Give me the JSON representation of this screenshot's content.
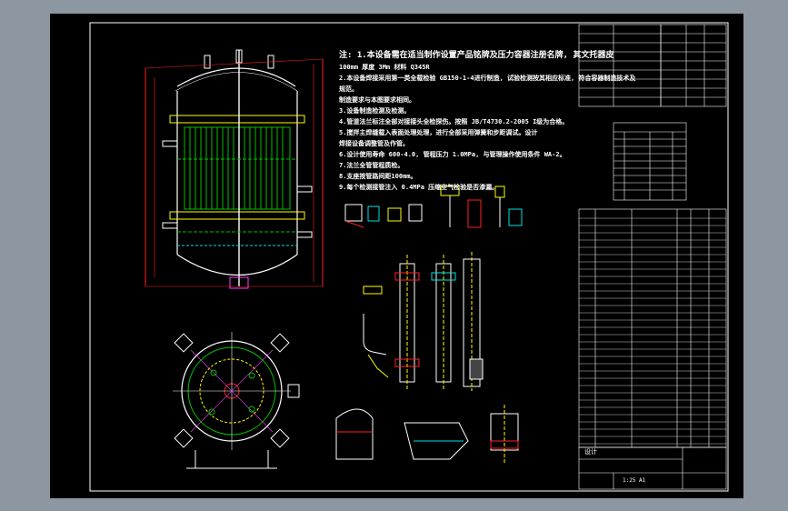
{
  "drawing": {
    "notes": {
      "title": "注: 1.本设备需在适当制作设置产品铭牌及压力容器注册名牌, 其文托器皮",
      "lines": [
        "100mm 厚度 3Mm 材料 Q345R",
        "2.本设备焊接采用第一类全载检验 GB150-1-4进行制造, 试验检测按其相应标准, 符合容器制造技术及",
        "规范。",
        "制造要求与本图要求相同。",
        "3.设备制造检测及检测。",
        "4.管道法兰标注全部对接接头全检探伤。按照 JB/T4730.2-2005 I级为合格。",
        "5.搅拌主焊缝载入表面处理处理，进行全部采用弹簧和步距调试。设计",
        "焊接设备调整管及作管。",
        "6.设计使用寿命 600-4.0, 管程压力 1.0MPa, 与管理操作使用条件 WA-2。",
        "7.法兰全管管程质检。",
        "8.支座按管路间距100mm。",
        "9.每个检测接管注入 0.4MPa 压缩空气检验是否渗漏。"
      ]
    },
    "colors": {
      "background": "#000000",
      "viewport": "#8c97a1",
      "outline": "#ffffff",
      "green": "#00c000",
      "red": "#ff2020",
      "yellow": "#ffff00",
      "cyan": "#00e0e0",
      "magenta": "#ff40ff"
    },
    "title_block": {
      "label": "设计",
      "scale_text": "1:25 A1"
    }
  }
}
